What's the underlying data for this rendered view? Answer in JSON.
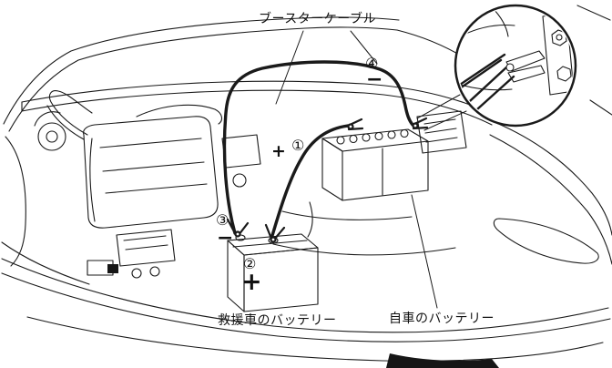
{
  "illustration": {
    "cable_label": "ブースターケーブル",
    "rescue_battery_label": "救援車のバッテリー",
    "own_battery_label": "自車のバッテリー",
    "line_color": "#1a1a1a",
    "background_color": "#ffffff",
    "steps": [
      {
        "num": "①",
        "sign": "+"
      },
      {
        "num": "②",
        "sign": "+"
      },
      {
        "num": "③",
        "sign": "−"
      },
      {
        "num": "④",
        "sign": "−"
      }
    ]
  }
}
